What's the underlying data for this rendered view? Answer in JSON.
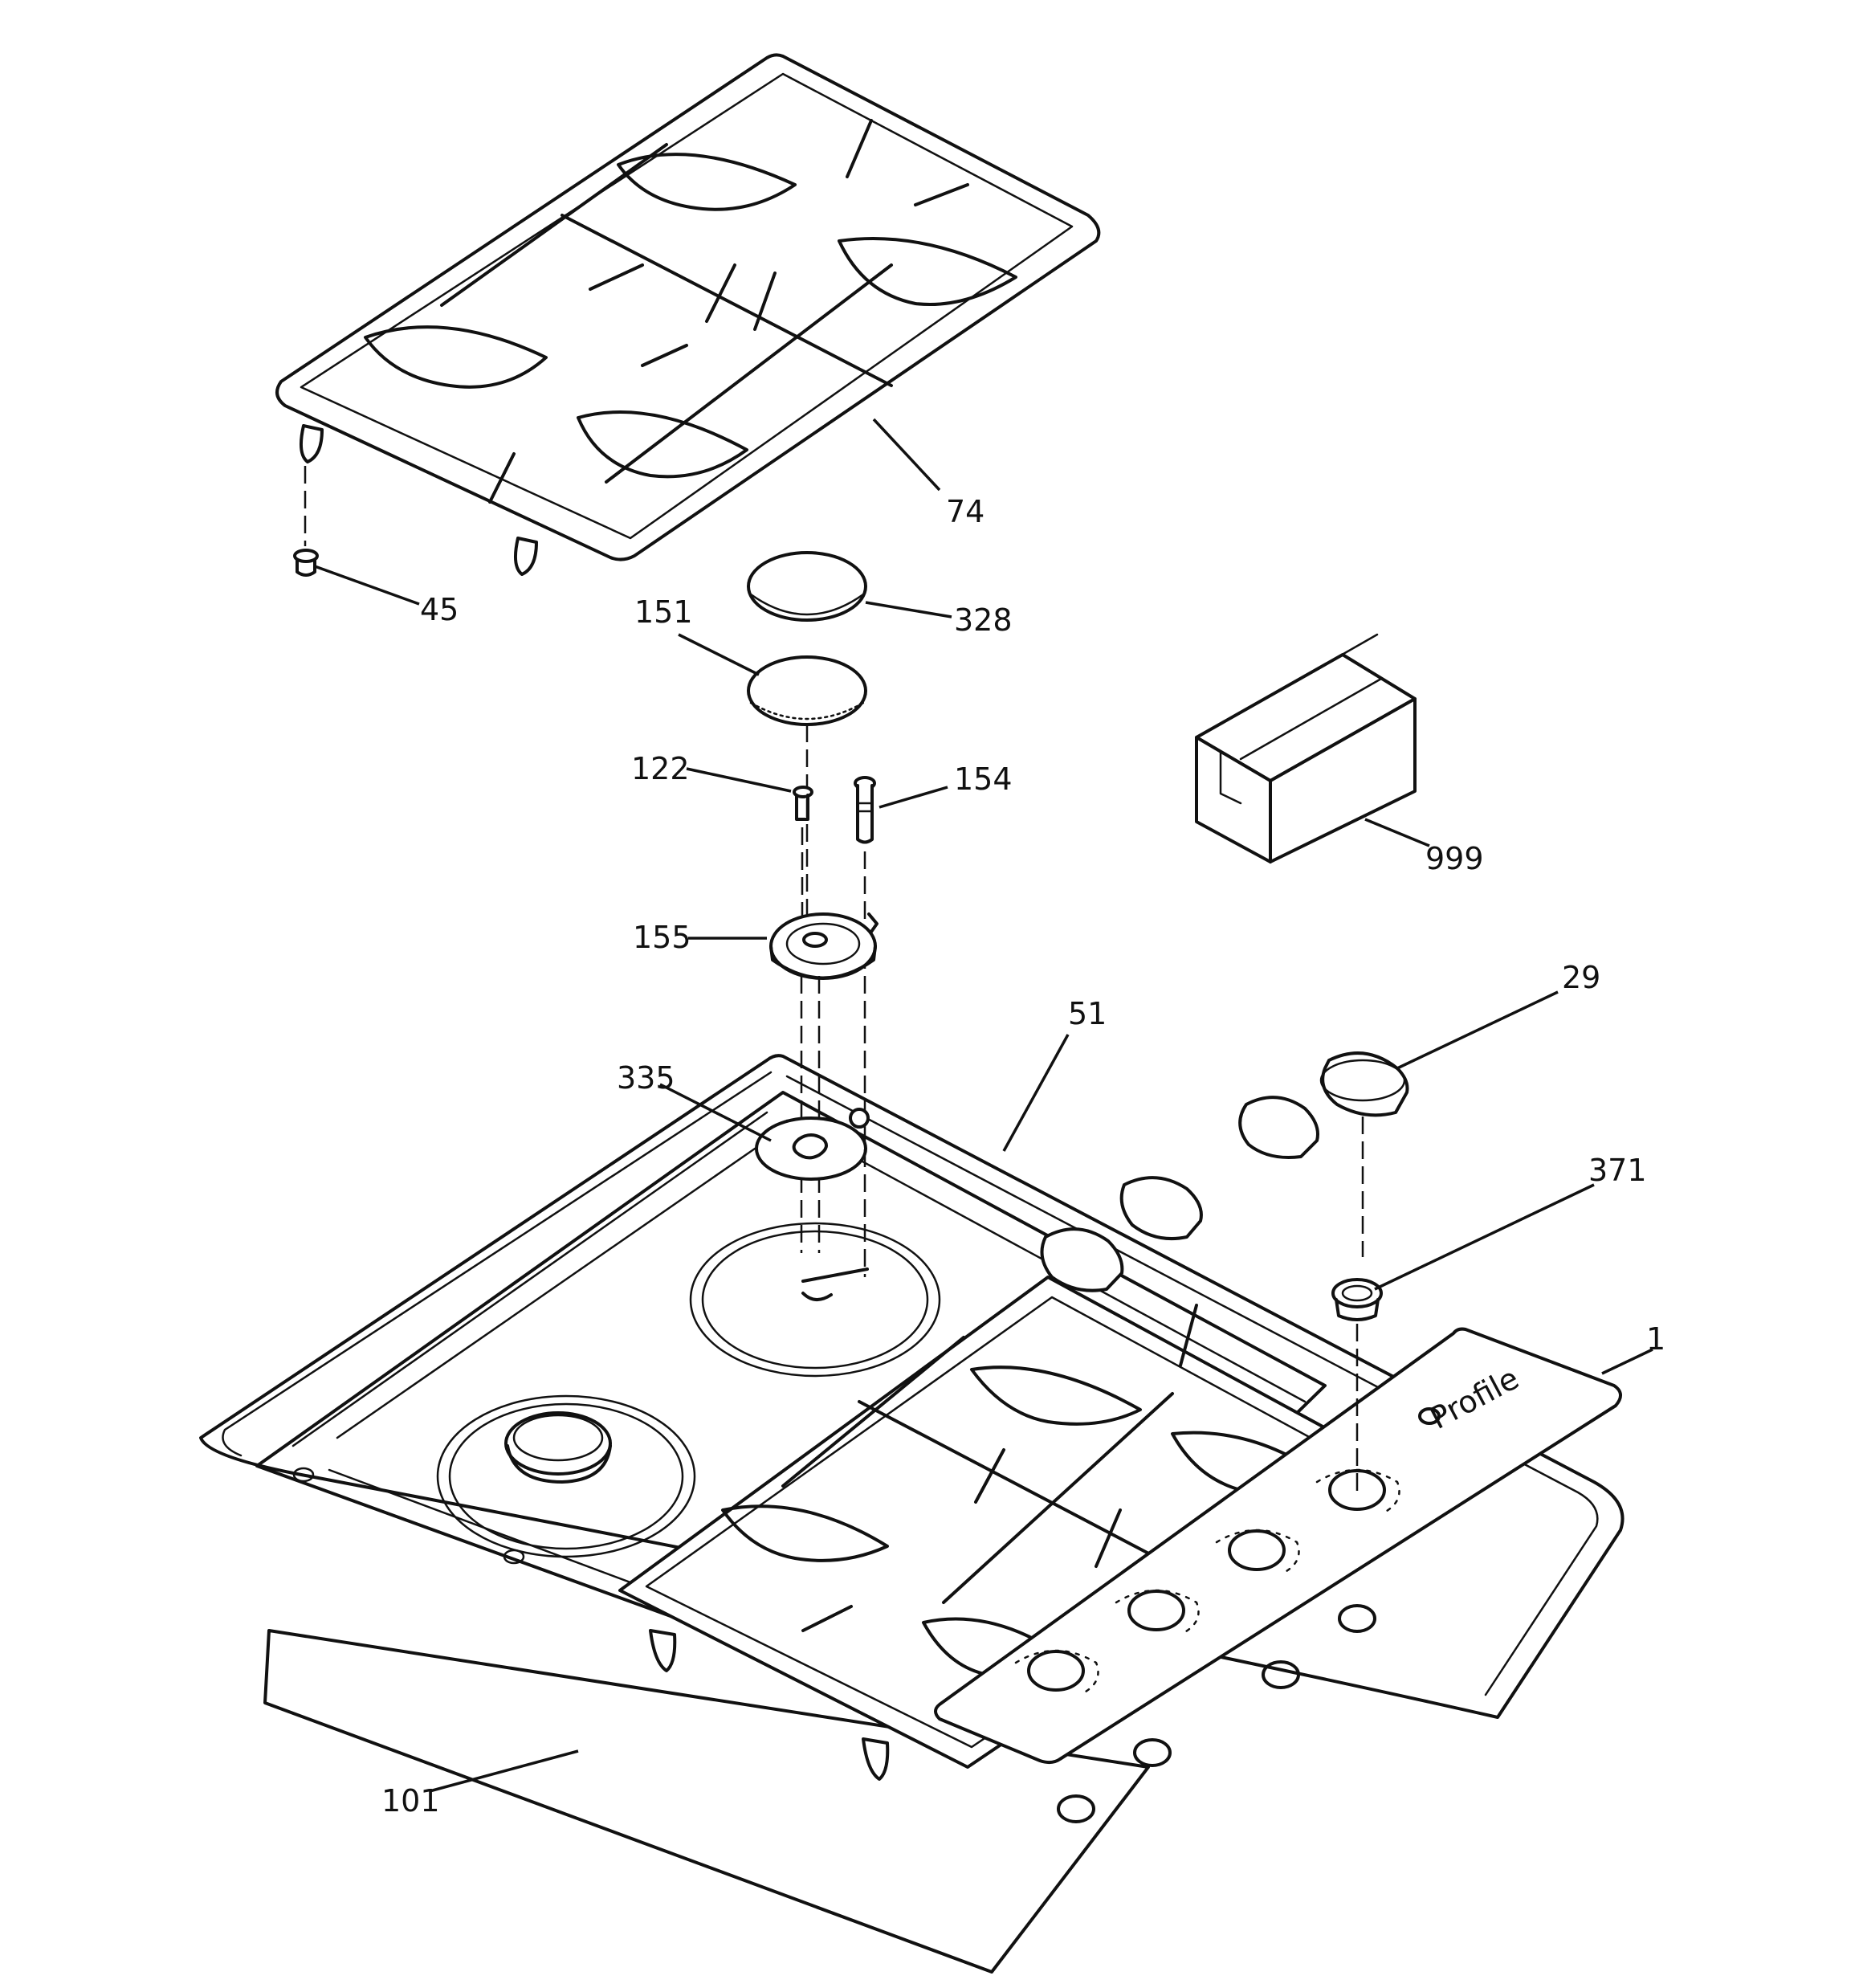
{
  "callouts": {
    "grate_top": "74",
    "grate_foot": "45",
    "cap_328": "328",
    "cap_151": "151",
    "screw_122": "122",
    "electrode_154": "154",
    "burner_head_155": "155",
    "seal_335": "335",
    "cooktop_51": "51",
    "knob_29": "29",
    "ring_371": "371",
    "control_panel_1": "1",
    "gasket_101": "101",
    "box_999": "999"
  },
  "panel_brand": "Profile",
  "colors": {
    "line": "#111111",
    "background": "#ffffff"
  }
}
